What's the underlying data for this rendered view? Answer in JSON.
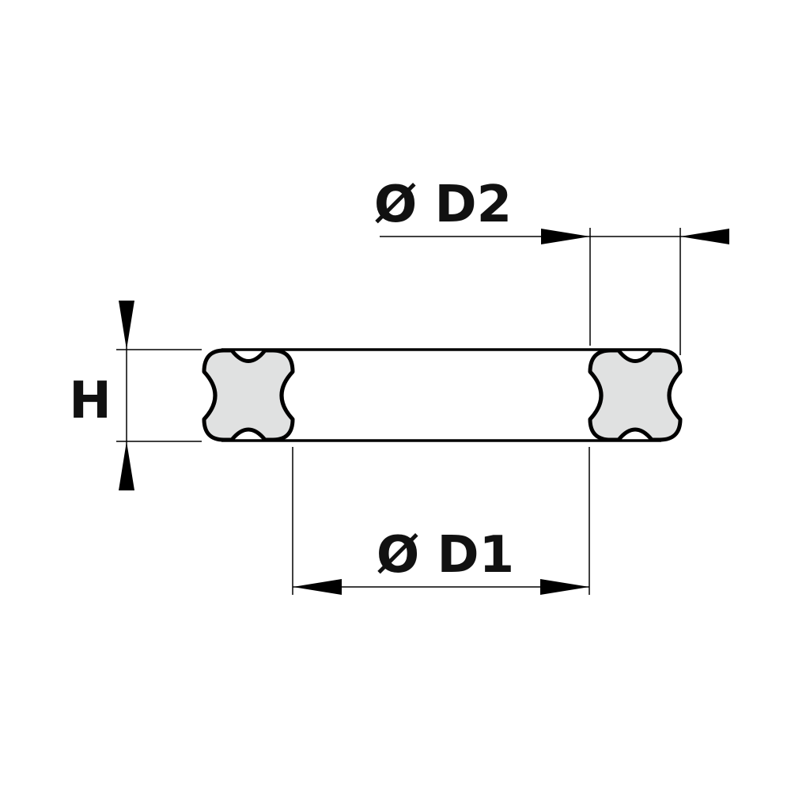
{
  "labels": {
    "outer_diameter": "Ø D2",
    "inner_diameter": "Ø D1",
    "height": "H"
  },
  "colors": {
    "line": "#000000",
    "section_fill": "#e0e1e1",
    "label": "#111111",
    "background": "#ffffff"
  }
}
